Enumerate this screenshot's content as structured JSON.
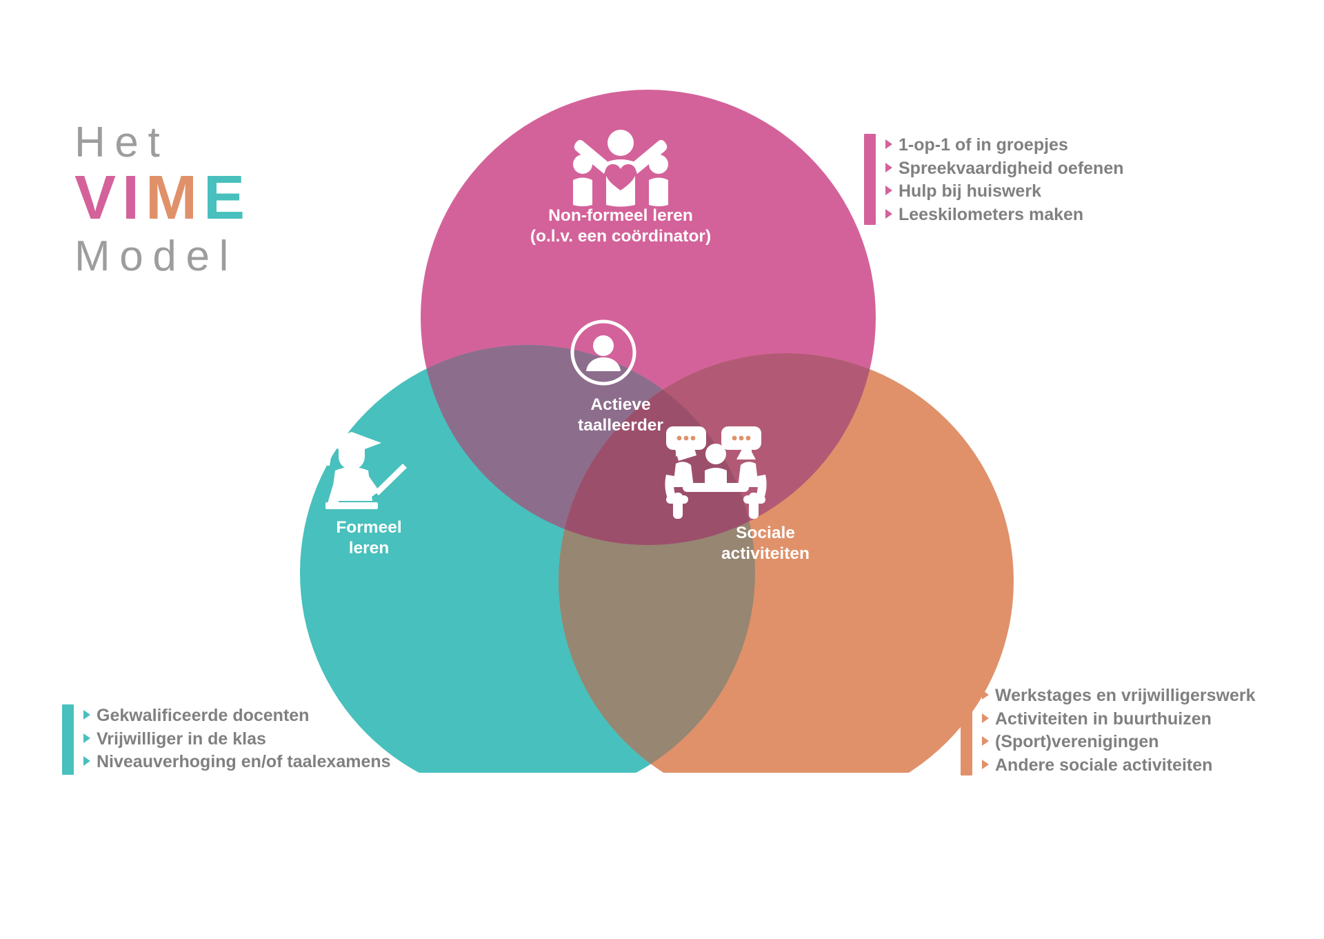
{
  "title": {
    "line1": "Het",
    "vime": {
      "v": "V",
      "i": "I",
      "m": "M",
      "e": "E"
    },
    "line3": "Model"
  },
  "colors": {
    "pink": "#d4629a",
    "teal": "#48c0bd",
    "orange": "#e0916a",
    "pink_teal_overlap": "#8d6d8c",
    "pink_orange_overlap": "#b25a75",
    "teal_orange_overlap": "#968672",
    "center_overlap": "#9c4f6b",
    "text_grey": "#808080",
    "title_grey": "#9d9d9d"
  },
  "venn": {
    "type": "venn-3-circle",
    "circles": [
      {
        "id": "non-formeel",
        "label_line1": "Non-formeel leren",
        "label_line2": "(o.l.v. een coördinator)",
        "color": "#d4629a",
        "icon": "group-raised-arms-heart-icon"
      },
      {
        "id": "formeel",
        "label_line1": "Formeel",
        "label_line2": "leren",
        "color": "#48c0bd",
        "icon": "teacher-graduation-cap-pointer-icon"
      },
      {
        "id": "sociale",
        "label_line1": "Sociale",
        "label_line2": "activiteiten",
        "color": "#e0916a",
        "icon": "two-people-table-speech-bubbles-icon"
      }
    ],
    "center": {
      "label_line1": "Actieve",
      "label_line2": "taalleerder",
      "icon": "person-in-circle-icon"
    }
  },
  "callouts": {
    "non_formeel": {
      "accent": "#d4629a",
      "items": [
        "1-op-1 of in groepjes",
        "Spreekvaardigheid oefenen",
        "Hulp bij huiswerk",
        "Leeskilometers maken"
      ]
    },
    "formeel": {
      "accent": "#48c0bd",
      "items": [
        "Gekwalificeerde docenten",
        "Vrijwilliger in de klas",
        "Niveauverhoging en/of taalexamens"
      ]
    },
    "sociale": {
      "accent": "#e0916a",
      "items": [
        "Werkstages en vrijwilligerswerk",
        "Activiteiten in buurthuizen",
        "(Sport)verenigingen",
        "Andere sociale activiteiten"
      ]
    }
  }
}
